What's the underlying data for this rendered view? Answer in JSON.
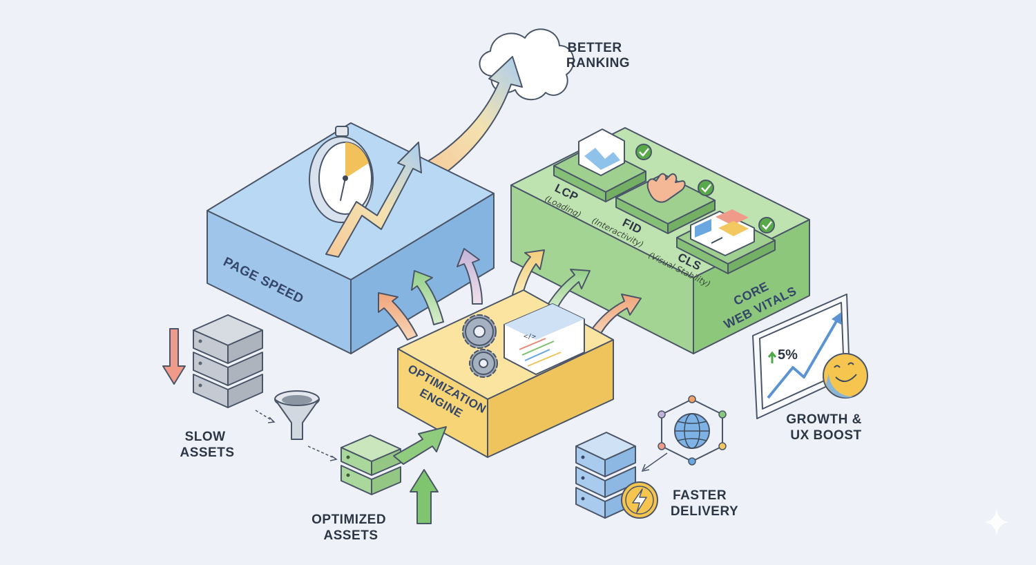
{
  "labels": {
    "better_ranking": [
      "BETTER",
      "RANKING"
    ],
    "page_speed": "PAGE SPEED",
    "core_web_vitals": [
      "CORE",
      "WEB VITALS"
    ],
    "optimization_engine": [
      "OPTIMIZATION",
      "ENGINE"
    ],
    "slow_assets": [
      "SLOW",
      "ASSETS"
    ],
    "optimized_assets": [
      "OPTIMIZED",
      "ASSETS"
    ],
    "faster_delivery": [
      "FASTER",
      "DELIVERY"
    ],
    "growth_ux": [
      "GROWTH &",
      "UX BOOST"
    ],
    "code_tag": "</>"
  },
  "vitals": [
    {
      "name": "LCP",
      "desc": "(Loading)"
    },
    {
      "name": "FID",
      "desc": "(Interactivity)"
    },
    {
      "name": "CLS",
      "desc": "(Visual Stability)"
    }
  ],
  "growth_metric": "5%",
  "colors": {
    "blue_block": "#a9cdee",
    "green_block": "#a9d79c",
    "yellow_block": "#f8d97a",
    "background": "#eef2f8"
  }
}
